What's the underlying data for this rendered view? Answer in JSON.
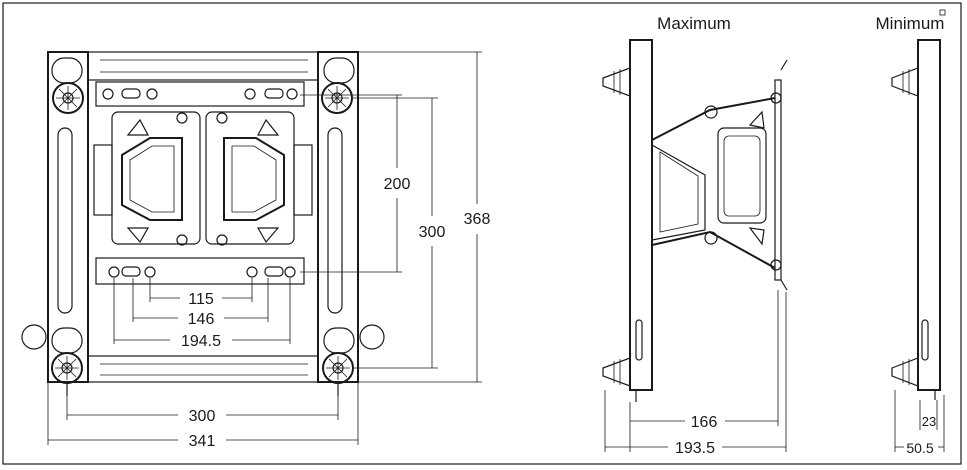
{
  "views": {
    "maximum_label": "Maximum",
    "minimum_label": "Minimum"
  },
  "dimensions": {
    "d115": "115",
    "d146": "146",
    "d194_5": "194.5",
    "d200": "200",
    "d300_vertical": "300",
    "d368": "368",
    "d300_horizontal": "300",
    "d341": "341",
    "d166": "166",
    "d193_5": "193.5",
    "d23": "23",
    "d50_5": "50.5"
  }
}
